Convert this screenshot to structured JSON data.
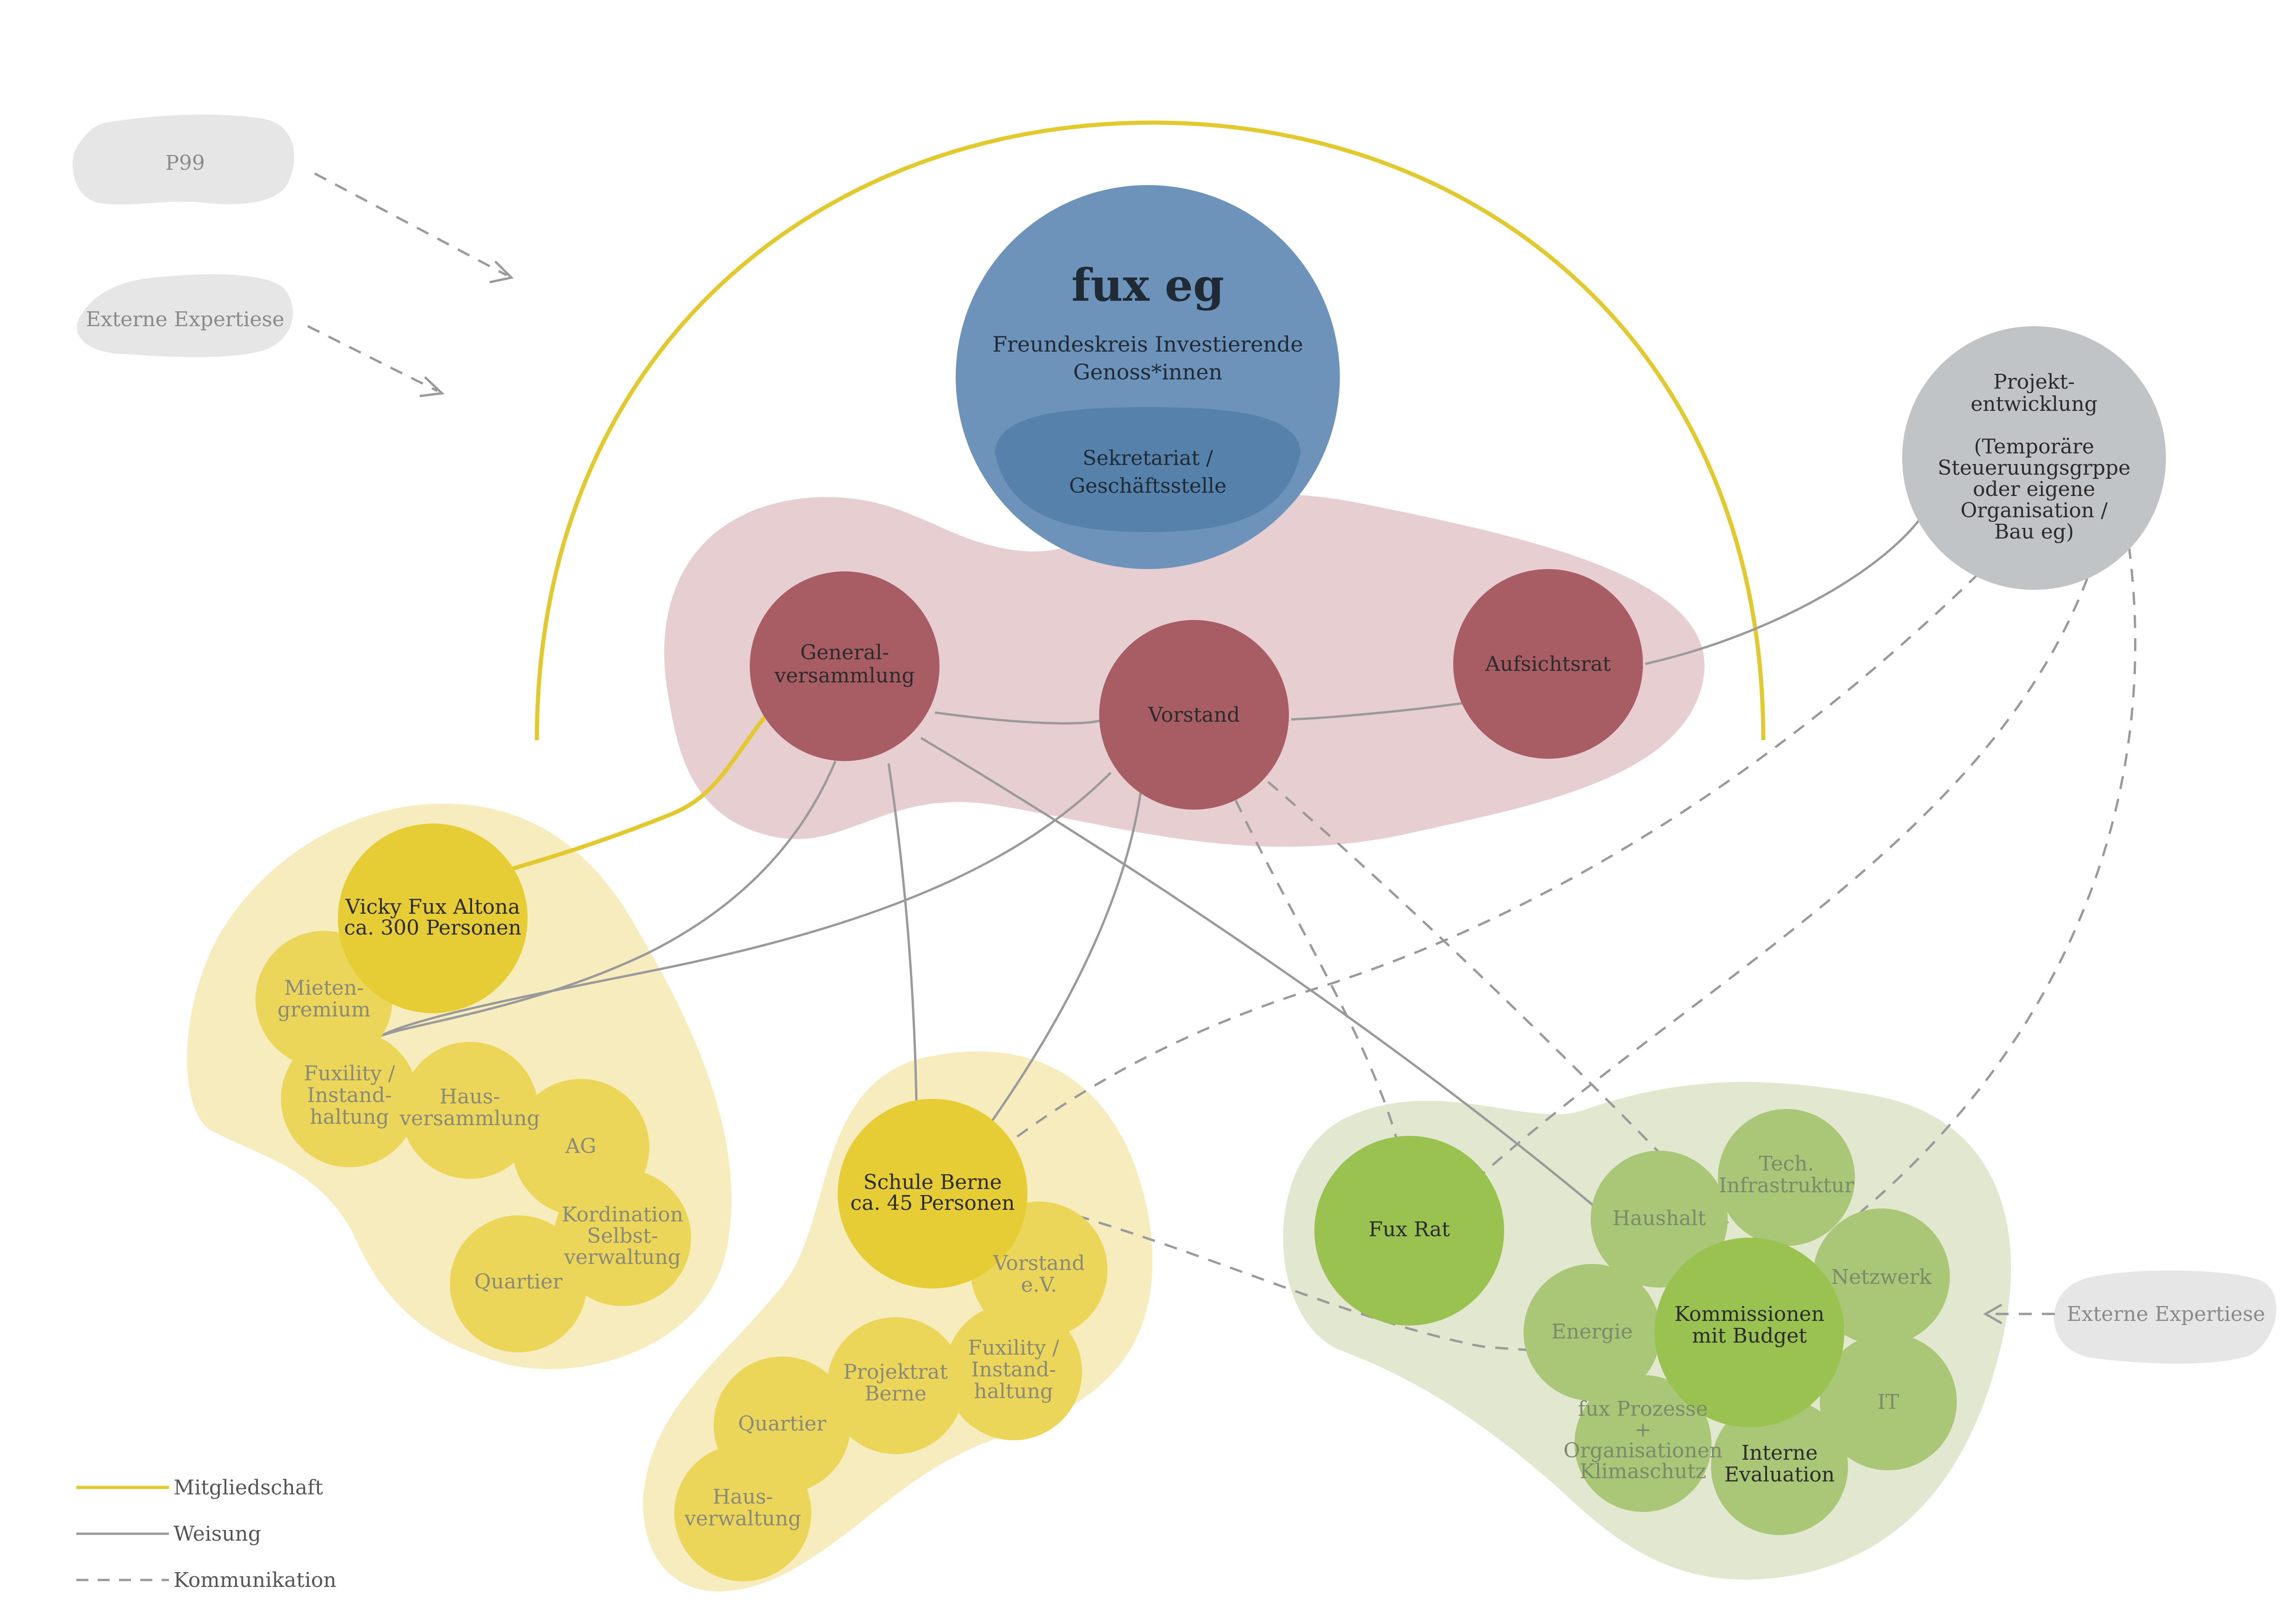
{
  "nodes": {
    "p99": "P99",
    "externe_left": "Externe Expertiese",
    "externe_right": "Externe Expertiese",
    "fux_eg": {
      "title": "fux eg",
      "sub1": "Freundeskreis Investierende",
      "sub2": "Genoss*innen"
    },
    "sekretariat": [
      "Sekretariat /",
      "Geschäftsstelle"
    ],
    "generalversammlung": [
      "General-",
      "versammlung"
    ],
    "vorstand": "Vorstand",
    "aufsichtsrat": "Aufsichtsrat",
    "projektentwicklung": [
      "Projekt-",
      "entwicklung",
      "",
      "(Temporäre",
      "Steueruungsgrppe",
      "oder eigene",
      "Organisation /",
      "Bau eg)"
    ],
    "vicky": [
      "Vicky Fux Altona",
      "ca. 300 Personen"
    ],
    "mietengremium": [
      "Mieten-",
      "gremium"
    ],
    "fuxility_a": [
      "Fuxility /",
      "Instand-",
      "haltung"
    ],
    "hausversammlung": [
      "Haus-",
      "versammlung"
    ],
    "ag": "AG",
    "kordination": [
      "Kordination",
      "Selbst-",
      "verwaltung"
    ],
    "quartier_a": "Quartier",
    "schule": [
      "Schule Berne",
      "ca. 45 Personen"
    ],
    "vorstand_ev": [
      "Vorstand",
      "e.V."
    ],
    "fuxility_b": [
      "Fuxility /",
      "Instand-",
      "haltung"
    ],
    "projektrat": [
      "Projektrat",
      "Berne"
    ],
    "quartier_b": "Quartier",
    "hausverwaltung": [
      "Haus-",
      "verwaltung"
    ],
    "fux_rat": "Fux Rat",
    "haushalt": "Haushalt",
    "tech": [
      "Tech.",
      "Infrastruktur"
    ],
    "netzwerk": "Netzwerk",
    "kommissionen": [
      "Kommissionen",
      "mit Budget"
    ],
    "energie": "Energie",
    "it": "IT",
    "fux_prozesse": [
      "fux Prozesse",
      "+",
      "Organisationen",
      "Klimaschutz"
    ],
    "interne": [
      "Interne",
      "Evaluation"
    ]
  },
  "legend": {
    "mitgliedschaft": "Mitgliedschaft",
    "weisung": "Weisung",
    "kommunikation": "Kommunikation"
  },
  "colors": {
    "membership_line": "#e2c92e",
    "instruction_line": "#9a9a9a",
    "communication_line": "#9a9a9a",
    "blue": "#6d93bb",
    "blue_dark": "#5681ab",
    "red": "#a85c63",
    "red_cloud": "#e6ced1",
    "yellow": "#e7cd35",
    "yellow_light": "#ecd65a",
    "yellow_cloud": "#f6ecbe",
    "green": "#99c251",
    "green_light": "#a9c776",
    "green_cloud": "#e1e8cf",
    "grey": "#c1c4c7",
    "grey_cloud": "#e6e6e6"
  }
}
